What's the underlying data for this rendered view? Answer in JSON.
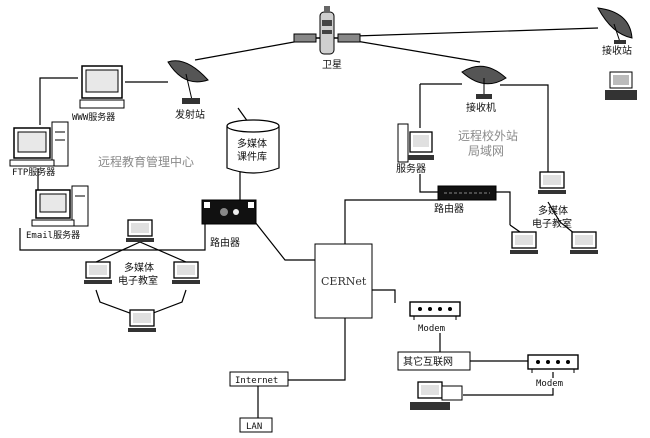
{
  "labels": {
    "satellite": "卫星",
    "receive_station": "接收站",
    "transmit_station": "发射站",
    "receiver": "接收机",
    "www_server": "WWW服务器",
    "ftp_server": "FTP服务器",
    "email_server": "Email服务器",
    "multimedia_library_line1": "多媒体",
    "multimedia_library_line2": "课件库",
    "center_name": "远程教育管理中心",
    "router_left": "路由器",
    "classroom_left_line1": "多媒体",
    "classroom_left_line2": "电子教室",
    "remote_lan_line1": "远程校外站",
    "remote_lan_line2": "局域网",
    "remote_server": "服务器",
    "router_right": "路由器",
    "classroom_right_line1": "多媒体",
    "classroom_right_line2": "电子教室",
    "cernet": "CERNet",
    "modem_1": "Modem",
    "other_internet": "其它互联网",
    "modem_2": "Modem",
    "internet": "Internet",
    "lan": "LAN"
  }
}
